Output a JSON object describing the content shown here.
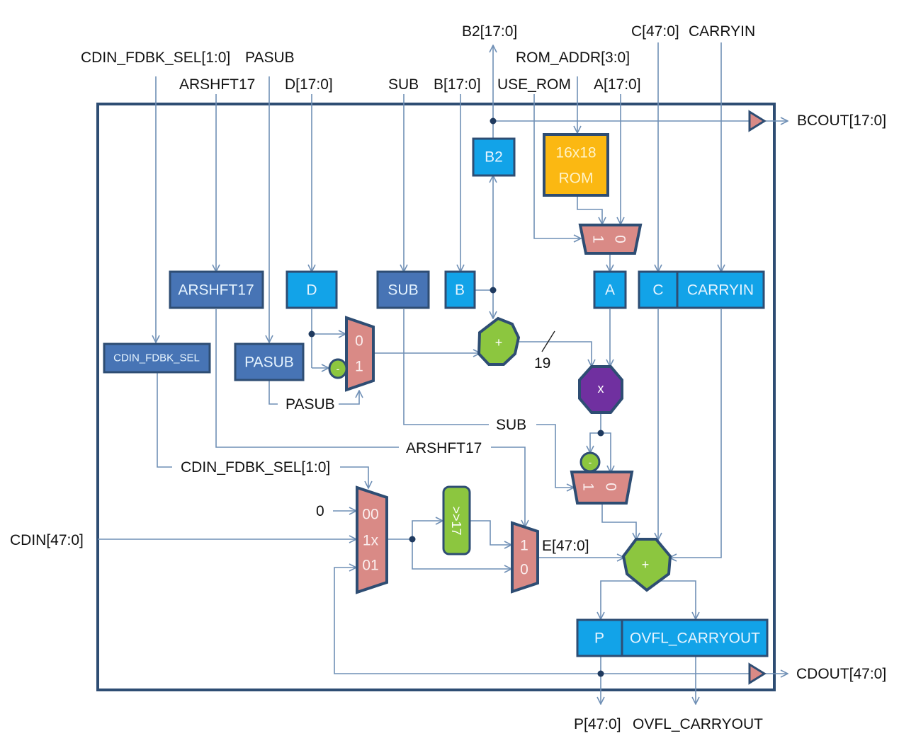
{
  "title": "DSP48 slice block diagram",
  "colors": {
    "register_dark": "#4774b5",
    "register_light": "#12a3e8",
    "mux": "#d98a86",
    "rom": "#fbb812",
    "adder": "#8cc63f",
    "multiplier": "#7030a0",
    "wire": "#6f8fb5",
    "frame": "#2e4d73"
  },
  "external_inputs": {
    "cdin_fdbk_sel": "CDIN_FDBK_SEL[1:0]",
    "pasub": "PASUB",
    "arshft17": "ARSHFT17",
    "d": "D[17:0]",
    "sub": "SUB",
    "b": "B[17:0]",
    "use_rom": "USE_ROM",
    "rom_addr": "ROM_ADDR[3:0]",
    "a": "A[17:0]",
    "c": "C[47:0]",
    "carryin": "CARRYIN",
    "cdin": "CDIN[47:0]"
  },
  "external_outputs": {
    "b2": "B2[17:0]",
    "bcout": "BCOUT[17:0]",
    "cdout": "CDOUT[47:0]",
    "p": "P[47:0]",
    "ovfl_carryout": "OVFL_CARRYOUT"
  },
  "registers": {
    "arshft17": "ARSHFT17",
    "d": "D",
    "sub": "SUB",
    "b": "B",
    "b2": "B2",
    "a": "A",
    "c": "C",
    "carryin": "CARRYIN",
    "cdin_fdbk_sel": "CDIN_FDBK_SEL",
    "pasub": "PASUB",
    "p": "P",
    "ovfl_carryout": "OVFL_CARRYOUT"
  },
  "rom": {
    "line1": "16x18",
    "line2": "ROM"
  },
  "muxes": {
    "rom_mux": [
      "1",
      "0"
    ],
    "preadd_mux": [
      "0",
      "1"
    ],
    "sub_mux": [
      "1",
      "0"
    ],
    "cdin_mux": [
      "00",
      "1x",
      "01"
    ],
    "shift_mux": [
      "1",
      "0"
    ]
  },
  "operators": {
    "preadder": "+",
    "multiplier": "x",
    "postadder": "+",
    "negate": "-",
    "shift": ">>17"
  },
  "internal_labels": {
    "pasub": "PASUB",
    "sub": "SUB",
    "arshft17": "ARSHFT17",
    "cdin_fdbk_sel": "CDIN_FDBK_SEL[1:0]",
    "zero": "0",
    "bus_width": "19",
    "e": "E[47:0]"
  }
}
